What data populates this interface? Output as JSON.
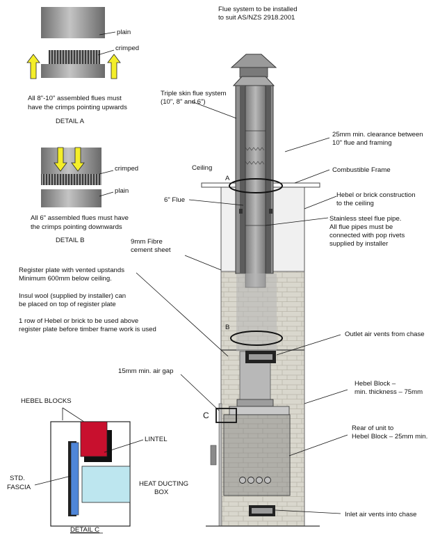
{
  "header": {
    "line1": "Flue system to be installed",
    "line2": "to suit AS/NZS 2918.2001"
  },
  "detail_a": {
    "plain": "plain",
    "crimped": "crimped",
    "note_line1": "All 8\"-10\" assembled flues must",
    "note_line2": "have the crimps pointing upwards",
    "title": "DETAIL A"
  },
  "detail_b": {
    "crimped": "crimped",
    "plain": "plain",
    "note_line1": "All 6\" assembled flues must have",
    "note_line2": "the crimps pointing downwards",
    "title": "DETAIL B"
  },
  "detail_c": {
    "hebel_blocks": "HEBEL BLOCKS",
    "lintel": "LINTEL",
    "std_line1": "STD.",
    "std_line2": "FASCIA",
    "heat_line1": "HEAT DUCTING",
    "heat_line2": "BOX",
    "title": "DETAIL C"
  },
  "labels": {
    "triple_skin_1": "Triple skin flue system",
    "triple_skin_2": "(10\", 8\" and 6\")",
    "clearance_1": "25mm min. clearance between",
    "clearance_2": "10\" flue and framing",
    "ceiling": "Ceiling",
    "combustible_frame": "Combustible Frame",
    "marker_a": "A",
    "hebel_ceiling_1": "Hebel or brick construction",
    "hebel_ceiling_2": "to the ceiling",
    "six_inch_flue": "6\" Flue",
    "stainless_1": "Stainless steel flue pipe.",
    "stainless_2": "All flue pipes must be",
    "stainless_3": "connected with pop rivets",
    "stainless_4": "supplied by installer",
    "fibre_1": "9mm Fibre",
    "fibre_2": "cement sheet",
    "register_1": "Register plate  with vented upstands",
    "register_2": "Minimum 600mm below ceiling.",
    "insul_1": "Insul wool  (supplied by installer) can",
    "insul_2": "be placed on top of register plate",
    "row_1": "1 row of Hebel or brick to be used above",
    "row_2": "register plate before timber frame work is used",
    "marker_b": "B",
    "outlet_vents": "Outlet air vents from chase",
    "air_gap": "15mm min. air gap",
    "hebel_block_1": "Hebel Block –",
    "hebel_block_2": "min. thickness – 75mm",
    "marker_c": "C",
    "rear_unit_1": "Rear of unit to",
    "rear_unit_2": "Hebel Block – 25mm min.",
    "inlet_vents": "Inlet air vents into chase"
  },
  "colors": {
    "hebel_red": "#c8102e",
    "fascia_blue": "#4f86d9",
    "duct_cyan": "#bde6ef",
    "arrow_yellow": "#f4ee2a",
    "brick_fill": "#d9d7cd",
    "flue_gray": "#8e8e8e"
  }
}
